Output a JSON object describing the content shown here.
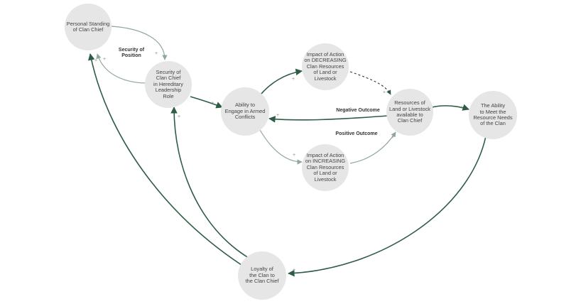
{
  "nodes": {
    "personal_standing": "Personal Standing\nof Clan Chief",
    "security_of_chief": "Security of\nClan Chief\nin Hereditary\nLeadership\nRole",
    "ability_armed_conflicts": "Ability to\nEngage in Armed\nConflicts",
    "impact_decreasing": "Impact of Action\non DECREASING\nClan Resources\nof Land or\nLivestock",
    "impact_increasing": "Impact of Action\non INCREASING\nClan Resources\nof Land or\nLivestock",
    "resources_available": "Resources of\nLand or Livestock\navailable to\nClan Chief",
    "ability_meet_needs": "The Ability\nto Meet the\nResource Needs\nof the Clan",
    "loyalty": "Loyalty of\nthe Clan to\nthe Clan Chief"
  },
  "edge_labels": {
    "security_of_position": "Security of\nPosition",
    "negative_outcome": "Negative Outcome",
    "positive_outcome": "Positive Outcome"
  },
  "polarity_sign": "+",
  "colors": {
    "node_fill": "#e6e6e6",
    "dark_arrow": "#2e5c45",
    "light_arrow": "#8fa89b",
    "text": "#444444"
  }
}
